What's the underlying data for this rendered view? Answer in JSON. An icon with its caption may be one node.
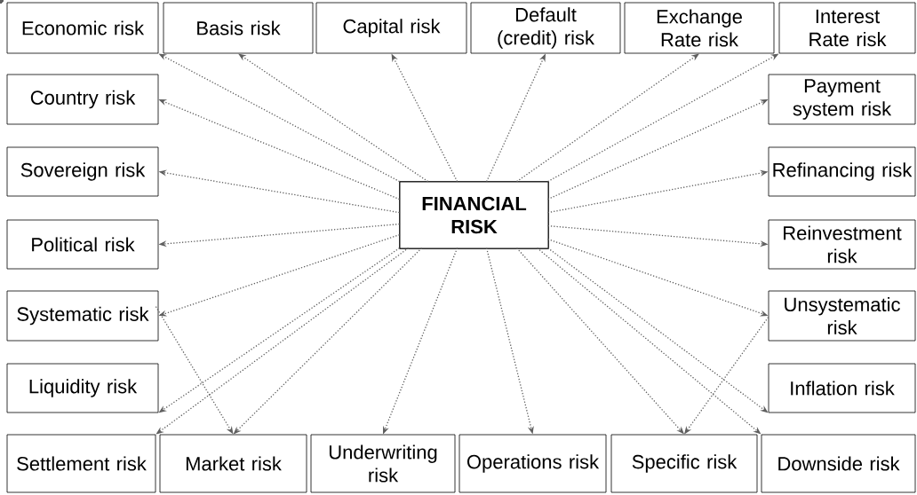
{
  "diagram": {
    "nodes": [
      {
        "text": [
          "Economic risk"
        ]
      },
      {
        "text": [
          "Basis risk"
        ]
      },
      {
        "text": [
          "Capital risk"
        ]
      },
      {
        "text": [
          "Default (credit) risk"
        ]
      },
      {
        "text": [
          "Exchange Rate risk"
        ]
      },
      {
        "text": [
          "Interest Rate risk"
        ]
      },
      {
        "text": [
          "Country risk"
        ]
      },
      {
        "text": [
          "Payment system risk"
        ]
      },
      {
        "text": [
          "Sovereign risk"
        ]
      },
      {
        "text": [
          "Refinancing risk"
        ]
      },
      {
        "text": [
          "FINANCIAL RISK"
        ]
      },
      {
        "text": [
          "Political risk"
        ]
      },
      {
        "text": [
          "Reinvestment risk"
        ]
      },
      {
        "text": [
          "Systematic risk"
        ]
      },
      {
        "text": [
          "Unsystematic risk"
        ]
      },
      {
        "text": [
          "Liquidity risk"
        ]
      },
      {
        "text": [
          "Inflation risk"
        ]
      },
      {
        "text": [
          "Settlement risk"
        ]
      },
      {
        "text": [
          "Market risk"
        ]
      },
      {
        "text": [
          "Underwriting risk"
        ]
      },
      {
        "text": [
          "Operations risk"
        ]
      },
      {
        "text": [
          "Specific risk"
        ]
      },
      {
        "text": [
          "Downside risk"
        ]
      }
    ],
    "edges": [
      {
        "from": 10,
        "to": 0,
        "arrow": "to"
      },
      {
        "from": 10,
        "to": 1,
        "arrow": "to"
      },
      {
        "from": 10,
        "to": 2,
        "arrow": "to"
      },
      {
        "from": 10,
        "to": 3,
        "arrow": "to"
      },
      {
        "from": 10,
        "to": 4,
        "arrow": "to"
      },
      {
        "from": 10,
        "to": 5,
        "arrow": "to"
      },
      {
        "from": 10,
        "to": 6,
        "arrow": "to"
      },
      {
        "from": 10,
        "to": 7,
        "arrow": "to"
      },
      {
        "from": 10,
        "to": 8,
        "arrow": "to"
      },
      {
        "from": 10,
        "to": 9,
        "arrow": "to"
      },
      {
        "from": 10,
        "to": 11,
        "arrow": "to"
      },
      {
        "from": 10,
        "to": 12,
        "arrow": "to"
      },
      {
        "from": 10,
        "to": 13,
        "arrow": "to"
      },
      {
        "from": 10,
        "to": 14,
        "arrow": "to"
      },
      {
        "from": 10,
        "to": 15,
        "arrow": "to"
      },
      {
        "from": 10,
        "to": 16,
        "arrow": "to"
      },
      {
        "from": 10,
        "to": 17,
        "arrow": "to"
      },
      {
        "from": 10,
        "to": 18,
        "arrow": "to"
      },
      {
        "from": 10,
        "to": 19,
        "arrow": "to"
      },
      {
        "from": 10,
        "to": 20,
        "arrow": "to"
      },
      {
        "from": 10,
        "to": 21,
        "arrow": "to"
      },
      {
        "from": 10,
        "to": 22,
        "arrow": "to"
      },
      {
        "from": 13,
        "to": 18,
        "arrow": "to"
      },
      {
        "from": 14,
        "to": 21,
        "arrow": "to"
      }
    ]
  }
}
